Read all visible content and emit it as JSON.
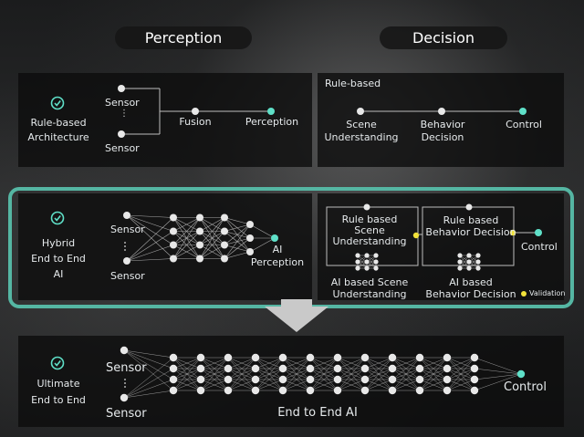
{
  "headers": {
    "perception": "Perception",
    "decision": "Decision"
  },
  "rule_based": {
    "title": "Rule-based Architecture",
    "title_lines": [
      "Rule-based",
      "Architecture"
    ],
    "sensor_top": "Sensor",
    "sensor_bottom": "Sensor",
    "fusion": "Fusion",
    "perception": "Perception",
    "decision_header": "Rule-based",
    "scene_lines": [
      "Scene",
      "Understanding"
    ],
    "behavior_lines": [
      "Behavior",
      "Decision"
    ],
    "control": "Control"
  },
  "hybrid": {
    "title_lines": [
      "Hybrid",
      "End to End",
      "AI"
    ],
    "sensor_top": "Sensor",
    "sensor_bottom": "Sensor",
    "ai_perception_lines": [
      "AI",
      "Perception"
    ],
    "rule_scene_lines": [
      "Rule based",
      "Scene",
      "Understanding"
    ],
    "ai_scene_lines": [
      "AI based Scene",
      "Understanding"
    ],
    "rule_behavior_lines": [
      "Rule based",
      "Behavior Decision"
    ],
    "ai_behavior_lines": [
      "AI based",
      "Behavior Decision"
    ],
    "control": "Control",
    "validation": "Validation"
  },
  "ultimate": {
    "title_lines": [
      "Ultimate",
      "End to End"
    ],
    "sensor_top": "Sensor",
    "sensor_bottom": "Sensor",
    "center_label": "End to End AI",
    "control": "Control"
  },
  "colors": {
    "accent_teal": "#5fe0c8",
    "frame_teal": "#55b6a3",
    "validation_yellow": "#f2e23a",
    "node_white": "#e8e8e8"
  },
  "icons": {
    "check": "check-circle-icon",
    "arrow": "down-arrow-icon"
  }
}
